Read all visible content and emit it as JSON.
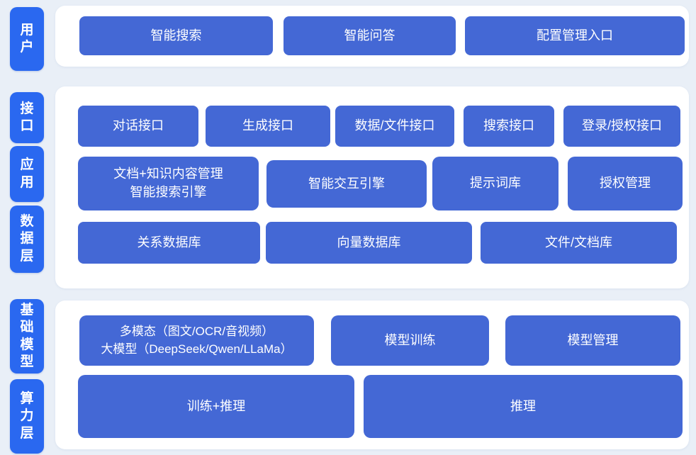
{
  "colors": {
    "background": "#e9eff7",
    "panel": "#ffffff",
    "layer_label": "#2a68f0",
    "box": "#4468d5",
    "text": "#ffffff"
  },
  "layers": {
    "user": {
      "label": "用户"
    },
    "interface": {
      "label": "接口"
    },
    "application": {
      "label": "应用"
    },
    "data": {
      "label": "数据层"
    },
    "foundation_model": {
      "label": "基础模型"
    },
    "compute": {
      "label": "算力层"
    }
  },
  "boxes": {
    "intelligent_search": "智能搜索",
    "intelligent_qa": "智能问答",
    "config_entry": "配置管理入口",
    "dialog_api": "对话接口",
    "generation_api": "生成接口",
    "data_file_api": "数据/文件接口",
    "search_api": "搜索接口",
    "login_auth_api": "登录/授权接口",
    "doc_knowledge_engine": "文档+知识内容管理\n智能搜索引擎",
    "interaction_engine": "智能交互引擎",
    "prompt_library": "提示词库",
    "auth_management": "授权管理",
    "relational_db": "关系数据库",
    "vector_db": "向量数据库",
    "file_doc_store": "文件/文档库",
    "multimodal_llm": "多模态（图文/OCR/音视频）\n大模型（DeepSeek/Qwen/LLaMa）",
    "model_training": "模型训练",
    "model_management": "模型管理",
    "training_inference": "训练+推理",
    "inference": "推理"
  }
}
